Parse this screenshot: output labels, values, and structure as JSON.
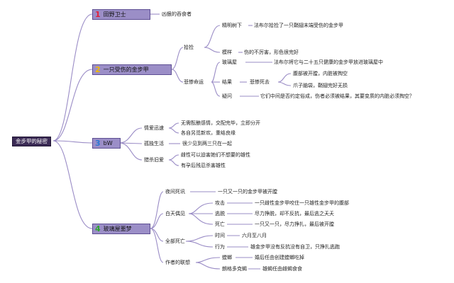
{
  "colors": {
    "branch_line": "#9a8cc6",
    "main_fill": "#9b8ec7",
    "root_fill": "#3b2b55",
    "num_1": "#e0203a",
    "num_2": "#f0b800",
    "num_3": "#2a78d4",
    "num_4": "#2fa52f"
  },
  "root": "金步甲的秘密",
  "b1": {
    "num": "1",
    "title": "田野卫士",
    "c1": "凶狠的吞食者"
  },
  "b2": {
    "num": "2",
    "title": "一只受伤的金步甲",
    "pick": {
      "label": "拾捡",
      "a": "精明树下",
      "a_text": "法布尔拾捡了一只鞘翅末端受伤的金步甲",
      "b": "模样",
      "b_text": "伤的不厉害，形色很完好"
    },
    "fate": {
      "label": "悲惨命运",
      "a": "玻璃屋",
      "a_text": "法布尔将它与二十五只健康的金步甲放进玻璃屋中",
      "b": "结果",
      "b_mid": "悲惨死去",
      "b_t1": "腹部被开膛，内脏被掏空",
      "b_t2": "爪子脑袋，鞘翅完好无损",
      "c": "疑问",
      "c_text": "它们中间是否约定俗成，伤者必须被结果，其要变质的内脏必须掏空？"
    }
  },
  "b3": {
    "num": "3",
    "title": "bW",
    "x": {
      "label": "情爱迅速",
      "a": "无需酝酿感情，交配完毕，立即分开",
      "b": "各自另觅新欢，重结良缘"
    },
    "y": {
      "label": "孤独生活",
      "a": "很少见到两三只在一起"
    },
    "z": {
      "label": "猎杀旧爱",
      "a": "雌性可以迫害她们不想要的雄性",
      "b": "有孕后残忍杀害雄性"
    }
  },
  "b4": {
    "num": "4",
    "title": "玻璃屋噩梦",
    "night": {
      "label": "夜间死讯",
      "a": "一只又一只的金步甲被开膛"
    },
    "day": {
      "label": "白天偶见",
      "a": "攻击",
      "a_text": "一只雌性金步甲咬住一只雄性金步甲的腹部",
      "b": "逃脱",
      "b_text": "尽力挣脱，却不反抗，最后逃之夭夭",
      "c": "死亡",
      "c_text": "一只又一只，尽力挣扎，最后被开膛"
    },
    "all": {
      "label": "全部死亡",
      "a": "时间",
      "a_text": "六月至八月",
      "b": "行为",
      "b_text": "雄金步甲没有反抗没有自卫，只挣扎逃跑"
    },
    "author": {
      "label": "作者的联想",
      "a": "螳螂",
      "a_text": "婚后任由创建螳螂吃掉",
      "b": "朗格多克蝎",
      "b_text": "雄蝎任由雌蝎食食"
    }
  }
}
